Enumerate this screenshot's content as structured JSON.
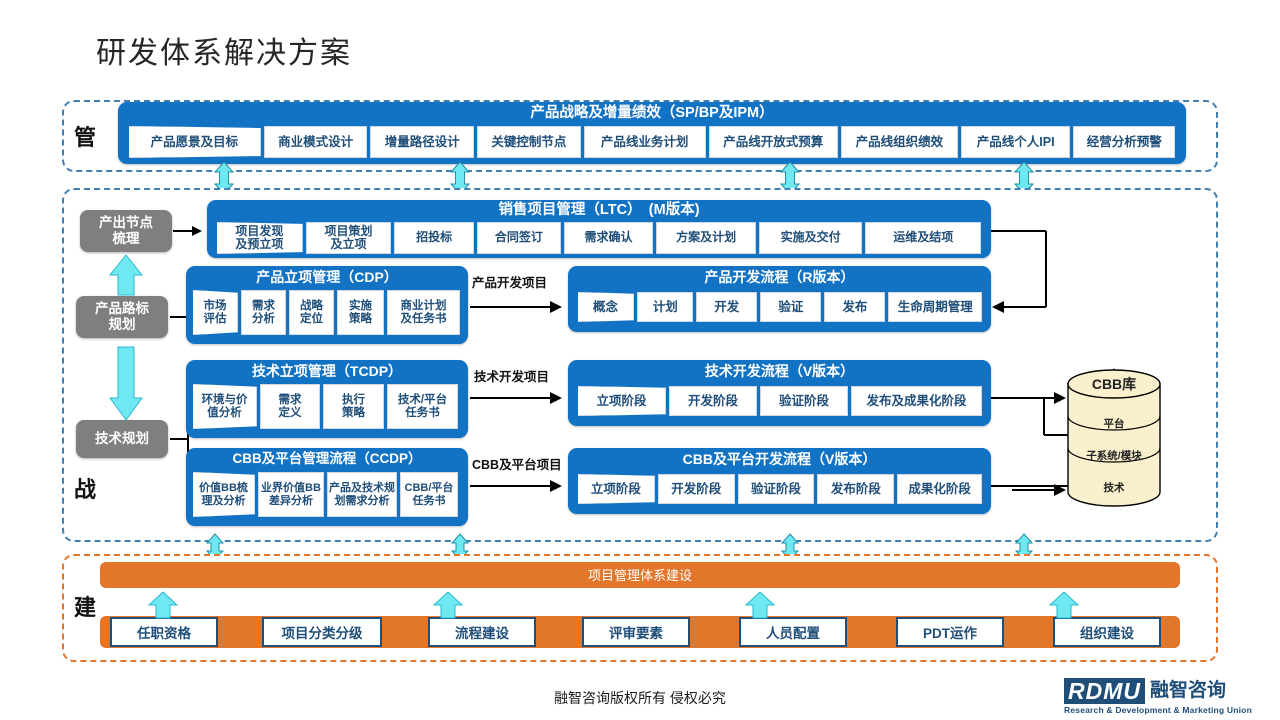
{
  "page": {
    "title": "研发体系解决方案",
    "footer": "融智咨询版权所有   侵权必究"
  },
  "logo": {
    "mark": "RDMU",
    "name": "融智咨询",
    "tagline": "Research & Development & Marketing Union"
  },
  "bands": {
    "manage_letter": "管",
    "strategy_letter": "战",
    "build_letter": "建"
  },
  "colors": {
    "process_blue": "#1272C4",
    "cell_text": "#1F4E79",
    "gray_box": "#7F7F7F",
    "orange": "#E2762A",
    "cyan_arrow": "#6FE8F2",
    "dashed_blue": "#3F7FB4",
    "dashed_orange": "#E2762A",
    "cylinder": "#FAF0CD"
  },
  "group_strategy": {
    "title": "产品战略及增量绩效（SP/BP及IPM）",
    "cells": [
      "产品愿景及目标",
      "商业模式设计",
      "增量路径设计",
      "关键控制节点",
      "产品线业务计划",
      "产品线开放式预算",
      "产品线组织绩效",
      "产品线个人IPI",
      "经营分析预警"
    ]
  },
  "group_ltc": {
    "title": "销售项目管理（LTC）　(M版本)",
    "cells": [
      "项目发现\n及预立项",
      "项目策划\n及立项",
      "招投标",
      "合同签订",
      "需求确认",
      "方案及计划",
      "实施及交付",
      "运维及结项"
    ]
  },
  "group_cdp": {
    "title": "产品立项管理（CDP）",
    "cells": [
      "市场\n评估",
      "需求\n分析",
      "战略\n定位",
      "实施\n策略",
      "商业计划\n及任务书"
    ]
  },
  "group_rdev": {
    "title": "产品开发流程（R版本）",
    "cells": [
      "概念",
      "计划",
      "开发",
      "验证",
      "发布",
      "生命周期管理"
    ]
  },
  "group_tcdp": {
    "title": "技术立项管理（TCDP）",
    "cells": [
      "环境与价\n值分析",
      "需求\n定义",
      "执行\n策略",
      "技术/平台\n任务书"
    ]
  },
  "group_tdev": {
    "title": "技术开发流程（V版本）",
    "cells": [
      "立项阶段",
      "开发阶段",
      "验证阶段",
      "发布及成果化阶段"
    ]
  },
  "group_ccdp": {
    "title": "CBB及平台管理流程（CCDP）",
    "cells": [
      "价值BB梳\n理及分析",
      "业界价值BB\n差异分析",
      "产品及技术规\n划需求分析",
      "CBB/平台\n任务书"
    ]
  },
  "group_cbbdev": {
    "title": "CBB及平台开发流程（V版本）",
    "cells": [
      "立项阶段",
      "开发阶段",
      "验证阶段",
      "发布阶段",
      "成果化阶段"
    ]
  },
  "gray_boxes": [
    {
      "label": "产出节点\n梳理"
    },
    {
      "label": "产品路标\n规划"
    },
    {
      "label": "技术规划"
    }
  ],
  "connector_labels": [
    "产品开发项目",
    "技术开发项目",
    "CBB及平台项目"
  ],
  "cylinder": {
    "title": "CBB库",
    "layers": [
      "平台",
      "子系统/模块",
      "技术"
    ]
  },
  "build": {
    "banner": "项目管理体系建设",
    "items": [
      "任职资格",
      "项目分类分级",
      "流程建设",
      "评审要素",
      "人员配置",
      "PDT运作",
      "组织建设"
    ]
  }
}
